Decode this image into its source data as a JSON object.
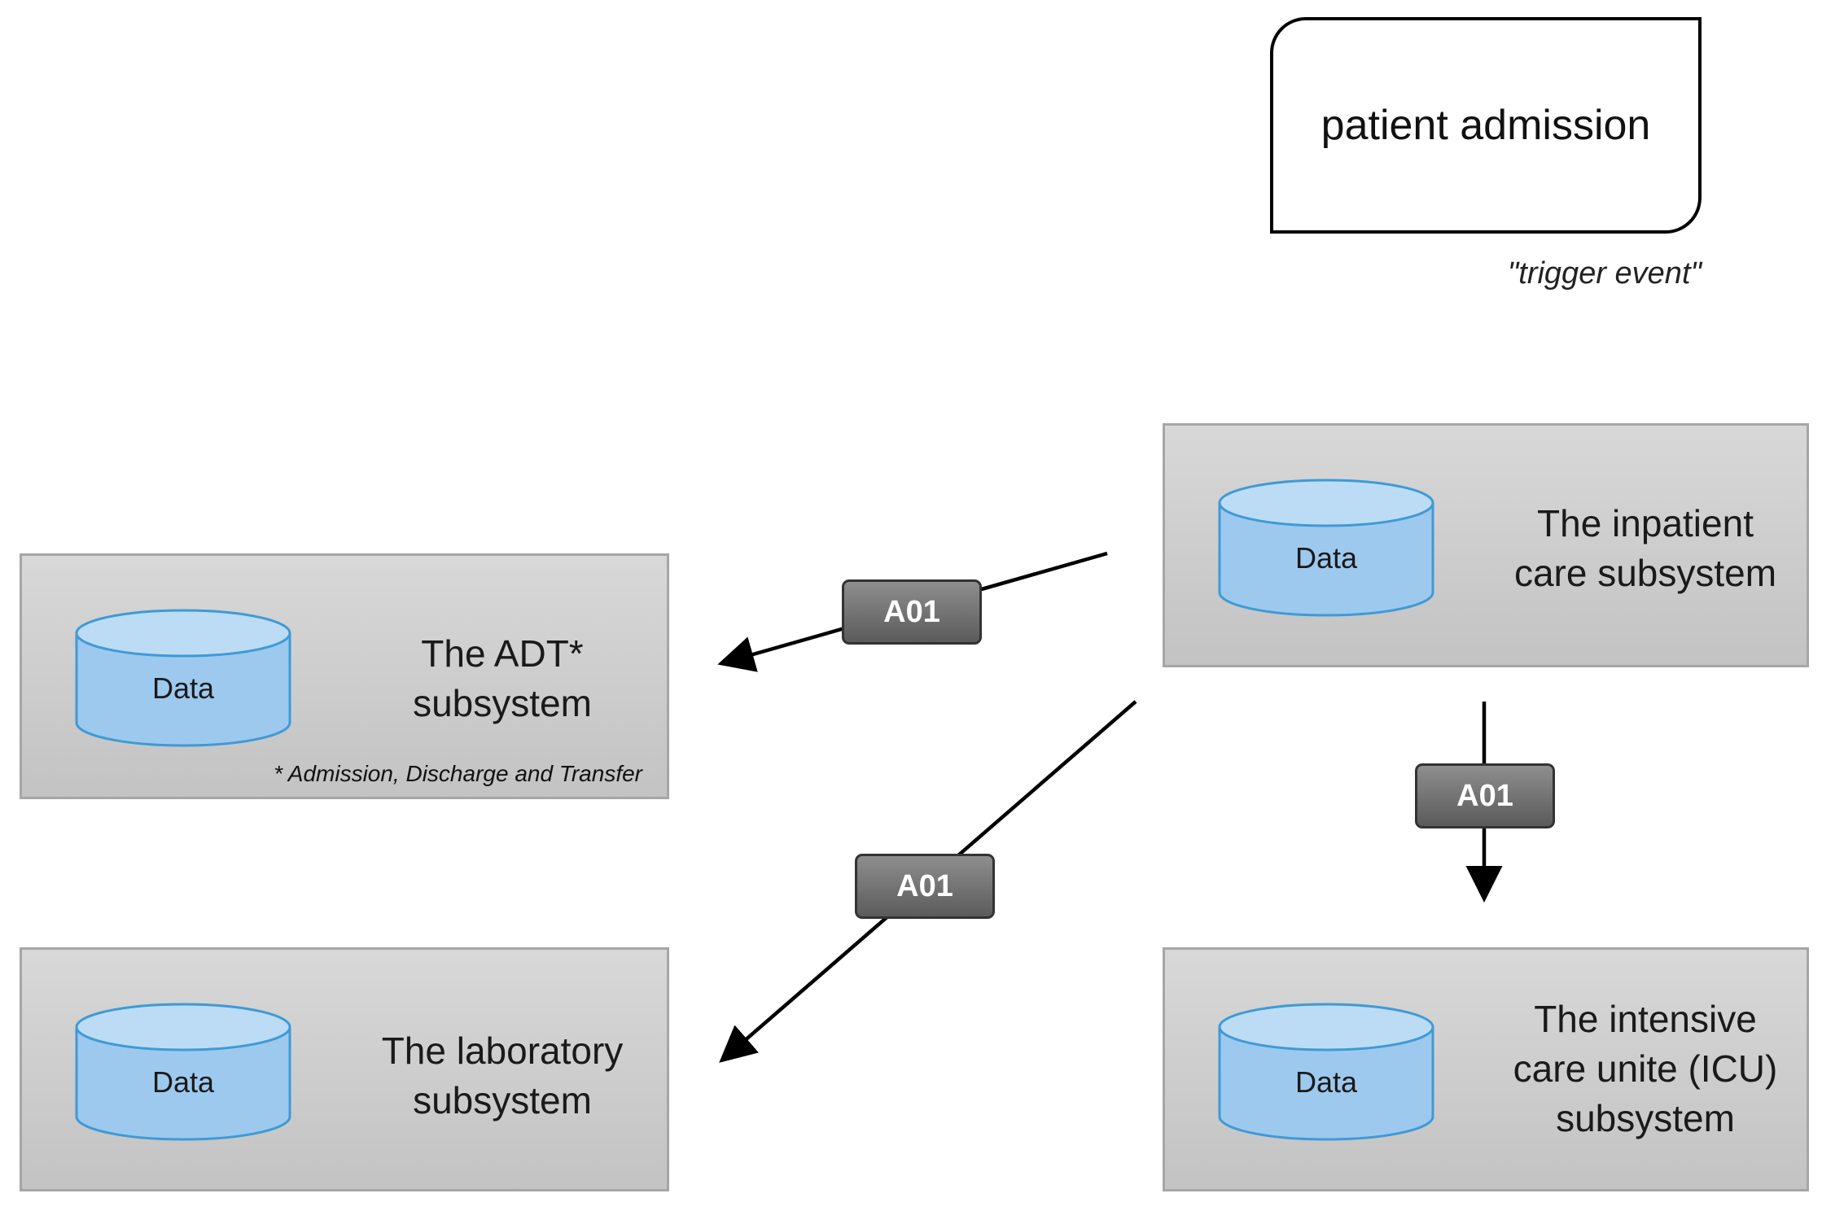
{
  "trigger": {
    "label": "patient admission",
    "caption": "\"trigger event\""
  },
  "subsystems": {
    "inpatient": {
      "name_line1": "The inpatient",
      "name_line2": "care subsystem",
      "db_label": "Data"
    },
    "adt": {
      "name_line1": "The ADT*",
      "name_line2": "subsystem",
      "db_label": "Data",
      "footnote": "* Admission, Discharge and Transfer"
    },
    "laboratory": {
      "name_line1": "The laboratory",
      "name_line2": "subsystem",
      "db_label": "Data"
    },
    "icu": {
      "name_line1": "The intensive",
      "name_line2": "care unite (ICU)",
      "name_line3": "subsystem",
      "db_label": "Data"
    }
  },
  "messages": [
    {
      "label": "A01",
      "from": "The inpatient care subsystem",
      "to": "The ADT* subsystem"
    },
    {
      "label": "A01",
      "from": "The inpatient care subsystem",
      "to": "The laboratory subsystem"
    },
    {
      "label": "A01",
      "from": "The inpatient care subsystem",
      "to": "The intensive care unite (ICU) subsystem"
    }
  ],
  "colors": {
    "box_fill_top": "#d8d8d8",
    "box_fill_bottom": "#c3c3c3",
    "cylinder_fill": "#9dc9ee",
    "cylinder_stroke": "#3f9ad6",
    "tag_fill": "#6e6e6e"
  }
}
